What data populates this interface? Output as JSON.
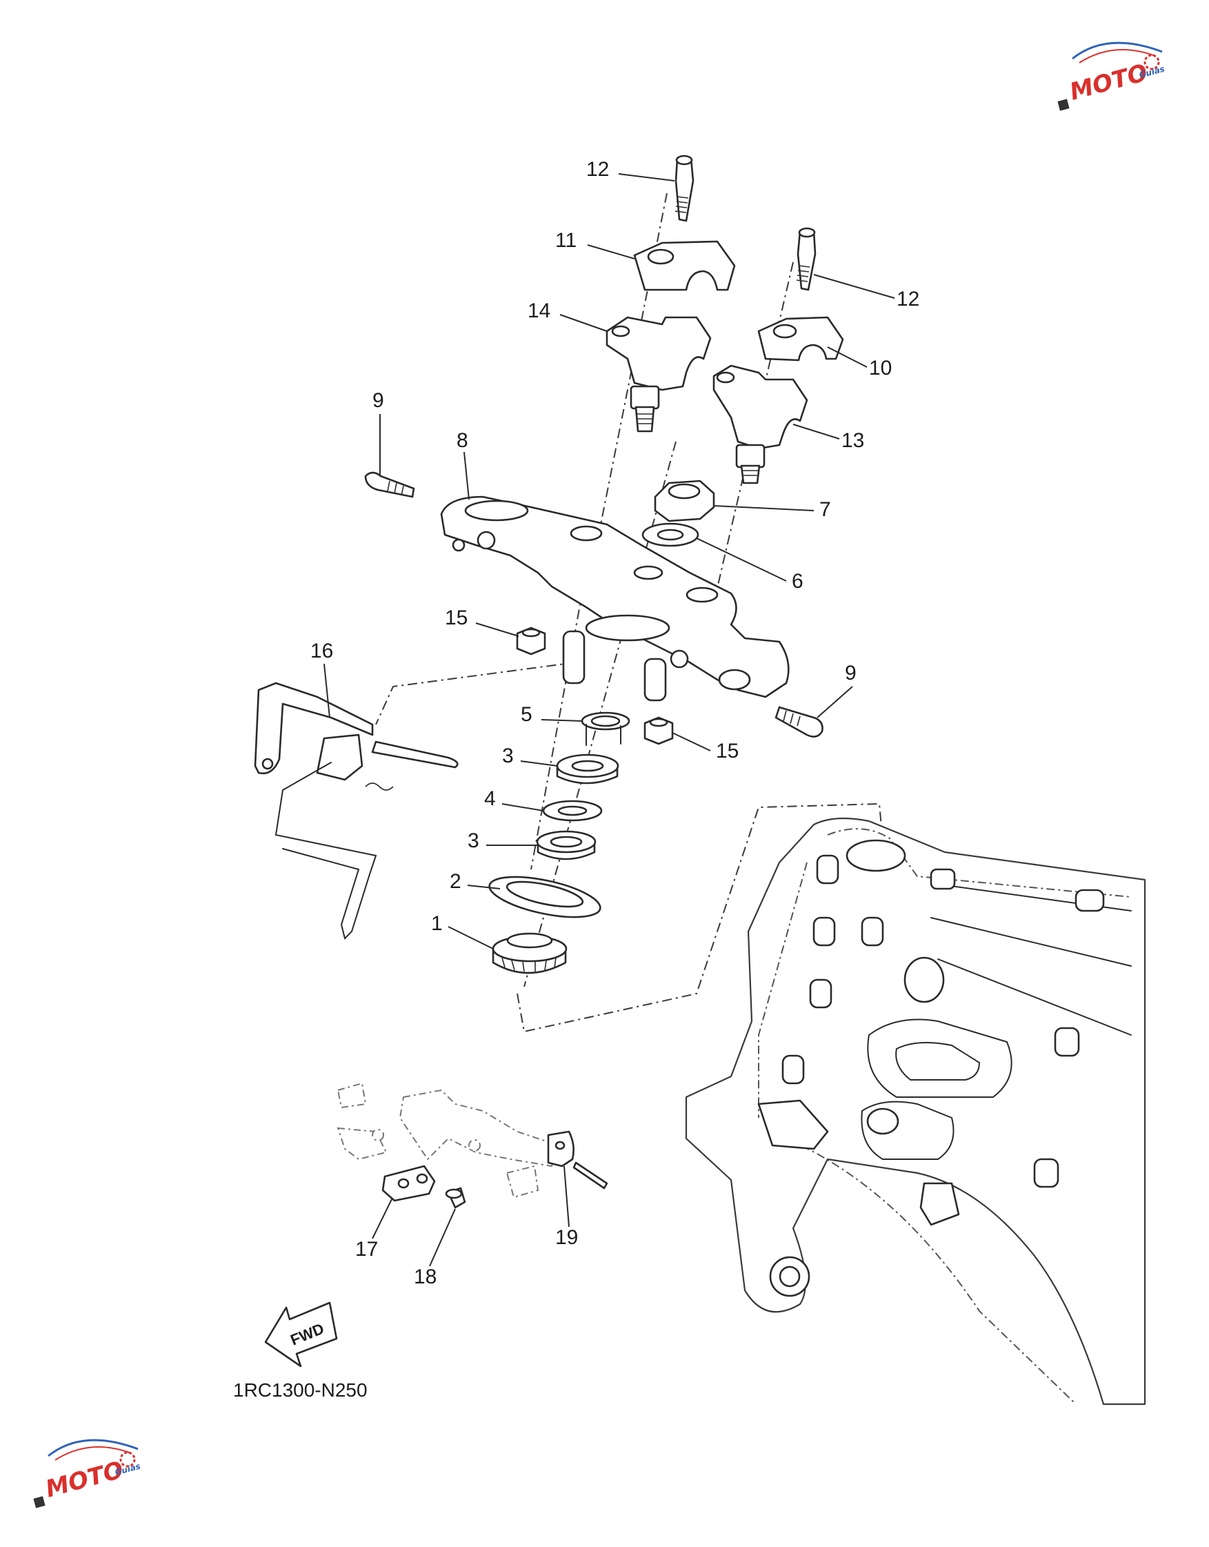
{
  "diagram": {
    "code": "1RC1300-N250",
    "fwd_label": "FWD",
    "callouts": [
      "12",
      "11",
      "12",
      "14",
      "10",
      "13",
      "9",
      "8",
      "7",
      "6",
      "15",
      "16",
      "9",
      "5",
      "15",
      "3",
      "4",
      "3",
      "2",
      "1",
      "17",
      "18",
      "19"
    ]
  },
  "watermark": {
    "brand": "MOTO",
    "sub": "Guias",
    "colors": {
      "red": "#d9302c",
      "blue": "#2f63b8"
    }
  }
}
